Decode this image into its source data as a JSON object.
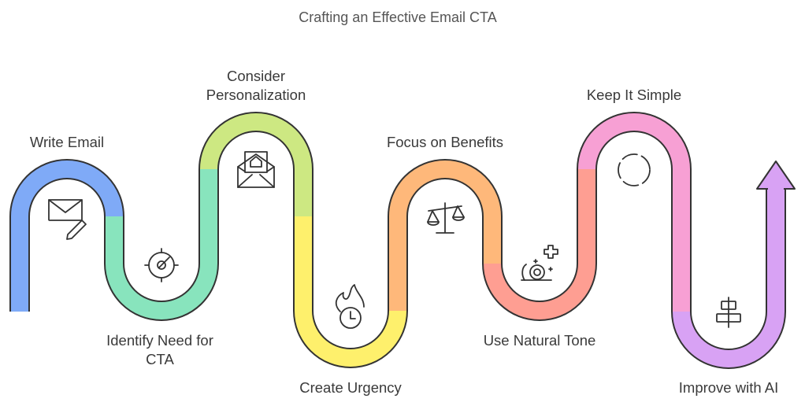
{
  "title": "Crafting an Effective Email CTA",
  "steps": [
    {
      "label": [
        "Write Email"
      ],
      "icon": "envelope-pencil-icon",
      "color": "#7FAAF7"
    },
    {
      "label": [
        "Identify Need for",
        "CTA"
      ],
      "icon": "target-compass-icon",
      "color": "#88E4BD"
    },
    {
      "label": [
        "Consider",
        "Personalization"
      ],
      "icon": "envelope-house-icon",
      "color": "#CDE882"
    },
    {
      "label": [
        "Create Urgency"
      ],
      "icon": "flame-clock-icon",
      "color": "#FEF06C"
    },
    {
      "label": [
        "Focus on Benefits"
      ],
      "icon": "balance-scale-icon",
      "color": "#FEB87A"
    },
    {
      "label": [
        "Use Natural Tone"
      ],
      "icon": "snail-sparkle-icon",
      "color": "#FE9E92"
    },
    {
      "label": [
        "Keep It Simple"
      ],
      "icon": "dashed-circle-icon",
      "color": "#F7A0D4"
    },
    {
      "label": [
        "Improve with AI"
      ],
      "icon": "align-bars-icon",
      "color": "#D8A2F4"
    }
  ]
}
